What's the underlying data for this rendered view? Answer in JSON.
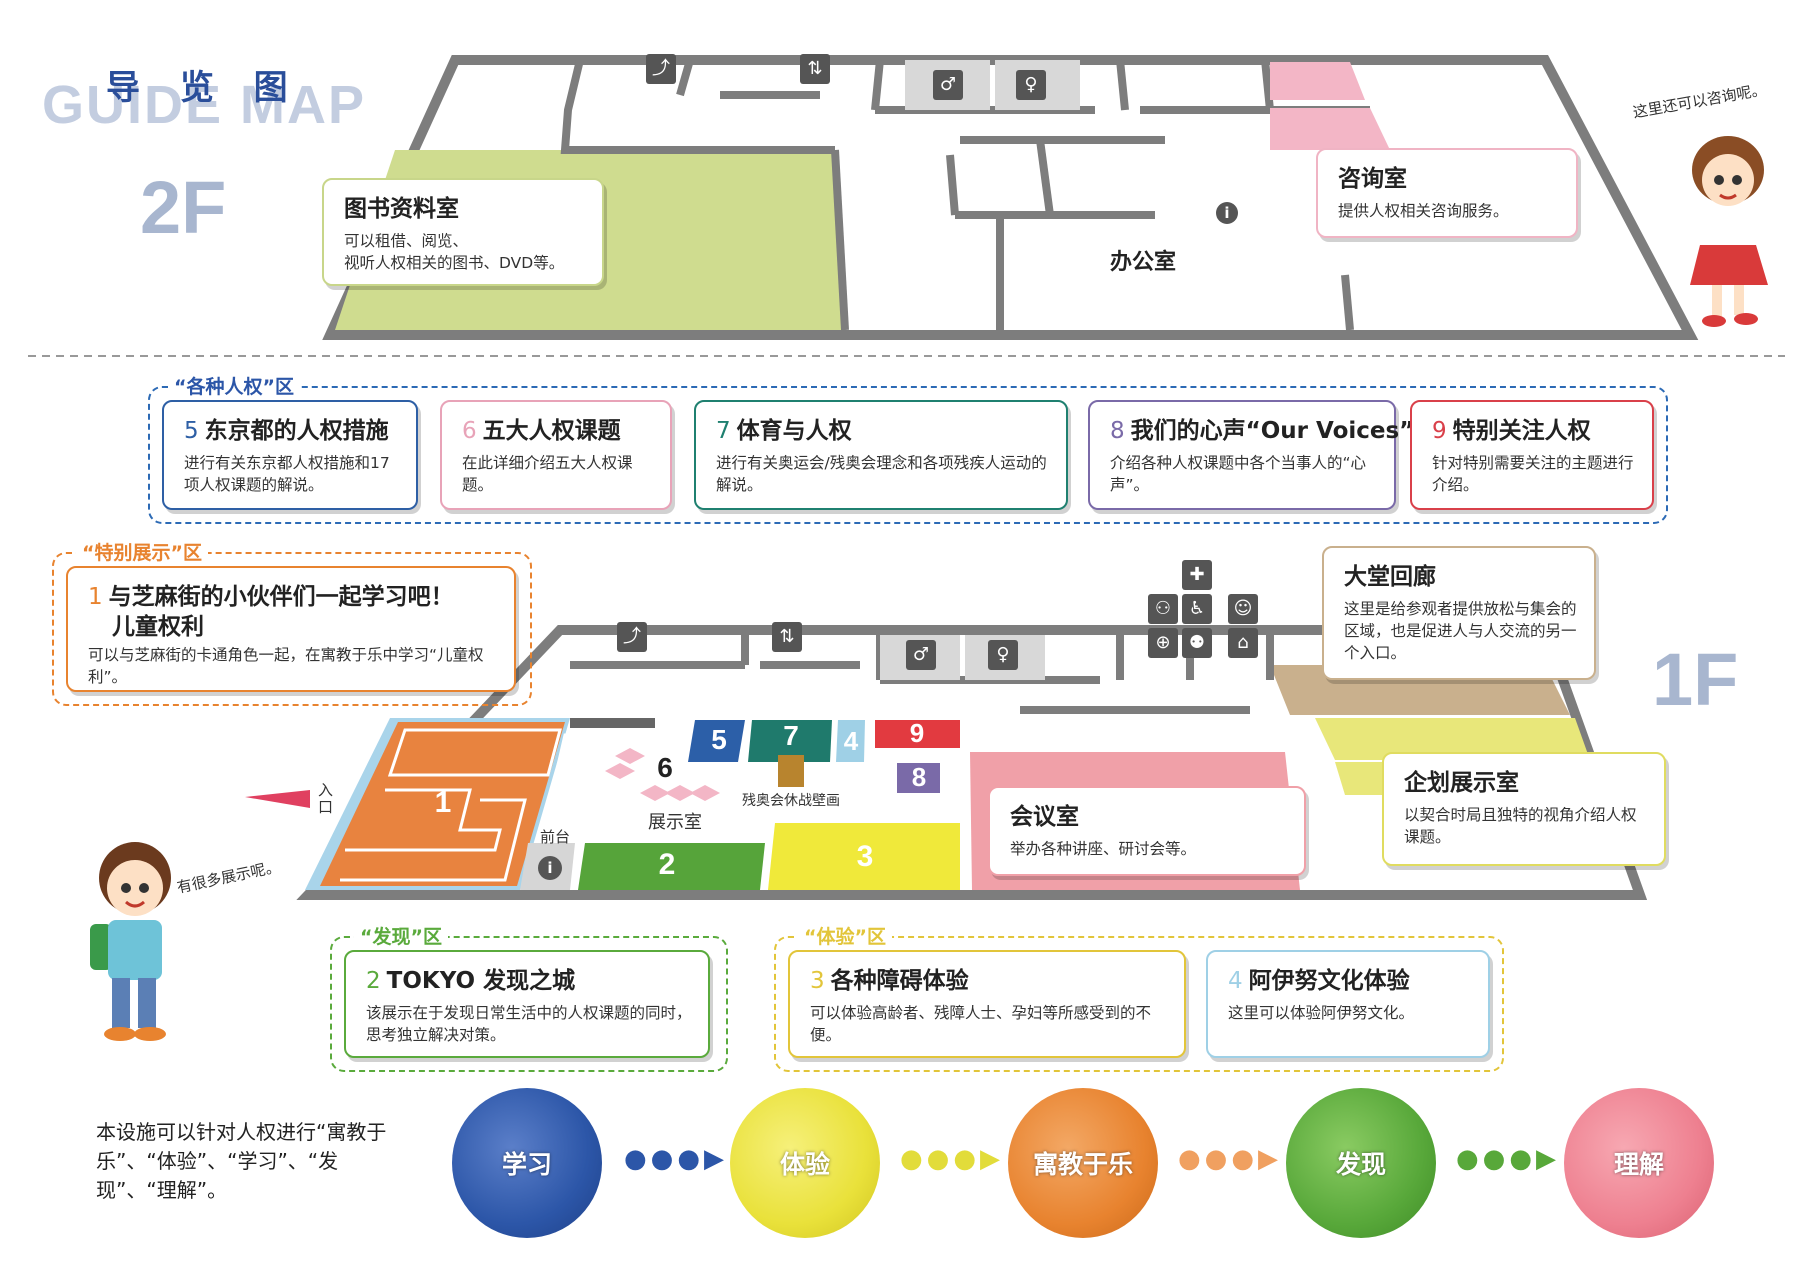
{
  "header": {
    "title_cn": "导 览 图",
    "title_en": "GUIDE MAP"
  },
  "floors": {
    "f2": "2F",
    "f1": "1F"
  },
  "f2": {
    "library": {
      "title": "图书资料室",
      "desc1": "可以租借、阅览、",
      "desc2": "视听人权相关的图书、DVD等。"
    },
    "consult": {
      "title": "咨询室",
      "desc": "提供人权相关咨询服务。"
    },
    "office": "办公室",
    "girl_speech": "这里还可以咨询呢。"
  },
  "zone_rights": {
    "label": "“各种人权”区",
    "cards": [
      {
        "num": "5",
        "title": "东京都的人权措施",
        "desc": "进行有关东京都人权措施和17项人权课题的解说。",
        "color": "#2e5fa5"
      },
      {
        "num": "6",
        "title": "五大人权课题",
        "desc": "在此详细介绍五大人权课题。",
        "color": "#e8a3b8"
      },
      {
        "num": "7",
        "title": "体育与人权",
        "desc": "进行有关奥运会/残奥会理念和各项残疾人运动的解说。",
        "color": "#1f8070"
      },
      {
        "num": "8",
        "title": "我们的心声“Our Voices”",
        "desc": "介绍各种人权课题中各个当事人的“心声”。",
        "color": "#7a6aa8"
      },
      {
        "num": "9",
        "title": "特别关注人权",
        "desc": "针对特别需要关注的主题进行介绍。",
        "color": "#d9404a"
      }
    ]
  },
  "zone_special": {
    "label": "“特别展示”区",
    "card": {
      "num": "1",
      "title1": "与芝麻街的小伙伴们一起学习吧！",
      "title2": "儿童权利",
      "desc": "可以与芝麻街的卡通角色一起，在寓教于乐中学习“儿童权利”。"
    }
  },
  "f1": {
    "lobby": {
      "title": "大堂回廊",
      "desc": "这里是给参观者提供放松与集会的区域，也是促进人与人交流的另一个入口。"
    },
    "meeting": {
      "title": "会议室",
      "desc": "举办各种讲座、研讨会等。"
    },
    "planning": {
      "title": "企划展示室",
      "desc": "以契合时局且独特的视角介绍人权课题。"
    },
    "entrance": "入口",
    "reception": "前台",
    "exhibition": "展示室",
    "mural": "残奥会休战壁画",
    "boy_speech": "有很多展示呢。",
    "room_numbers": [
      "1",
      "2",
      "3",
      "5",
      "6",
      "7",
      "8",
      "9",
      "4"
    ]
  },
  "zone_discover": {
    "label": "“发现”区",
    "card": {
      "num": "2",
      "title": "TOKYO 发现之城",
      "desc": "该展示在于发现日常生活中的人权课题的同时，思考独立解决对策。"
    }
  },
  "zone_experience": {
    "label": "“体验”区",
    "cards": [
      {
        "num": "3",
        "title": "各种障碍体验",
        "desc": "可以体验高龄者、残障人士、孕妇等所感受到的不便。"
      },
      {
        "num": "4",
        "title": "阿伊努文化体验",
        "desc": "这里可以体验阿伊努文化。"
      }
    ]
  },
  "footer": {
    "text": "本设施可以针对人权进行“寓教于乐”、“体验”、“学习”、“发现”、“理解”。",
    "steps": [
      "学习",
      "体验",
      "寓教于乐",
      "发现",
      "理解"
    ]
  },
  "colors": {
    "blue": "#2c56a8",
    "yellow": "#e9e13a",
    "orange": "#e8832f",
    "green": "#58a83a",
    "pink": "#ee8090",
    "f2_zone_border": "#2c6ab5",
    "special_border": "#e8832f",
    "discover_border": "#5aaa3c",
    "experience_border": "#e2c53a"
  }
}
